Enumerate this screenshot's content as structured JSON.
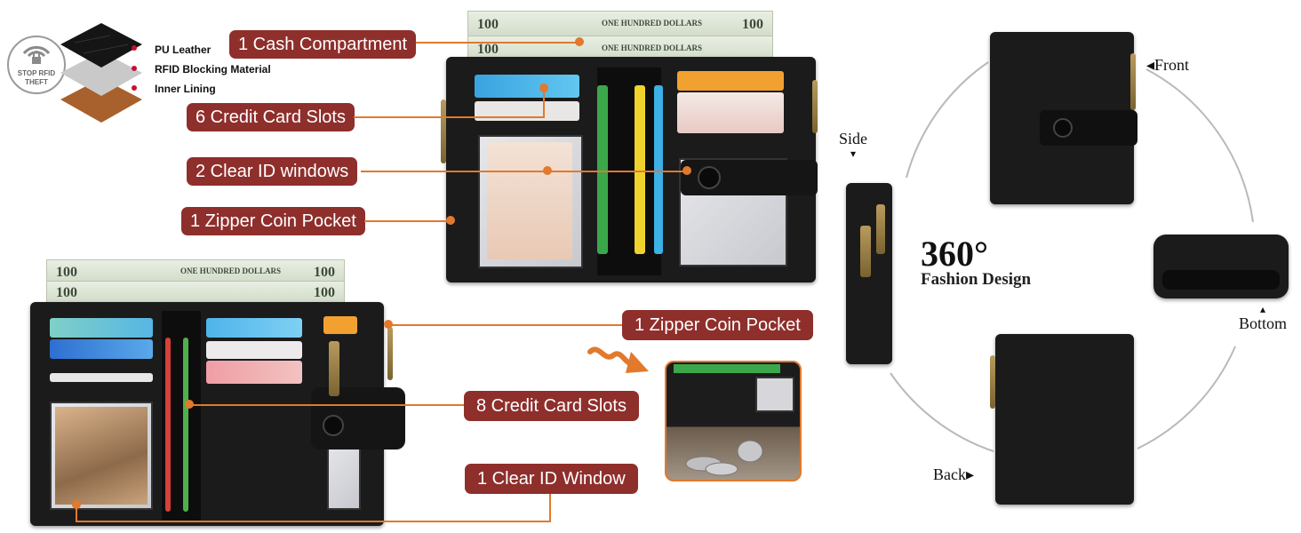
{
  "rfid": {
    "badge_text_1": "STOP RFID",
    "badge_text_2": "THEFT",
    "layers": [
      "PU Leather",
      "RFID Blocking Material",
      "Inner Lining"
    ]
  },
  "top_wallet": {
    "callouts": [
      "1 Cash Compartment",
      "6 Credit Card Slots",
      "2 Clear ID windows",
      "1 Zipper Coin Pocket"
    ]
  },
  "bottom_wallet": {
    "callouts": [
      "1 Zipper Coin Pocket",
      "8 Credit Card Slots",
      "1 Clear ID Window"
    ]
  },
  "bill_text": {
    "denomination": "100",
    "banner": "ONE HUNDRED DOLLARS"
  },
  "views": {
    "front": "Front",
    "side": "Side",
    "bottom": "Bottom",
    "back": "Back",
    "degrees": "360°",
    "caption": "Fashion Design"
  },
  "colors": {
    "pill": "#8e2f2c",
    "callout_line": "#e2792d",
    "wallet": "#1b1b1b",
    "accent_red": "#c8102e"
  }
}
